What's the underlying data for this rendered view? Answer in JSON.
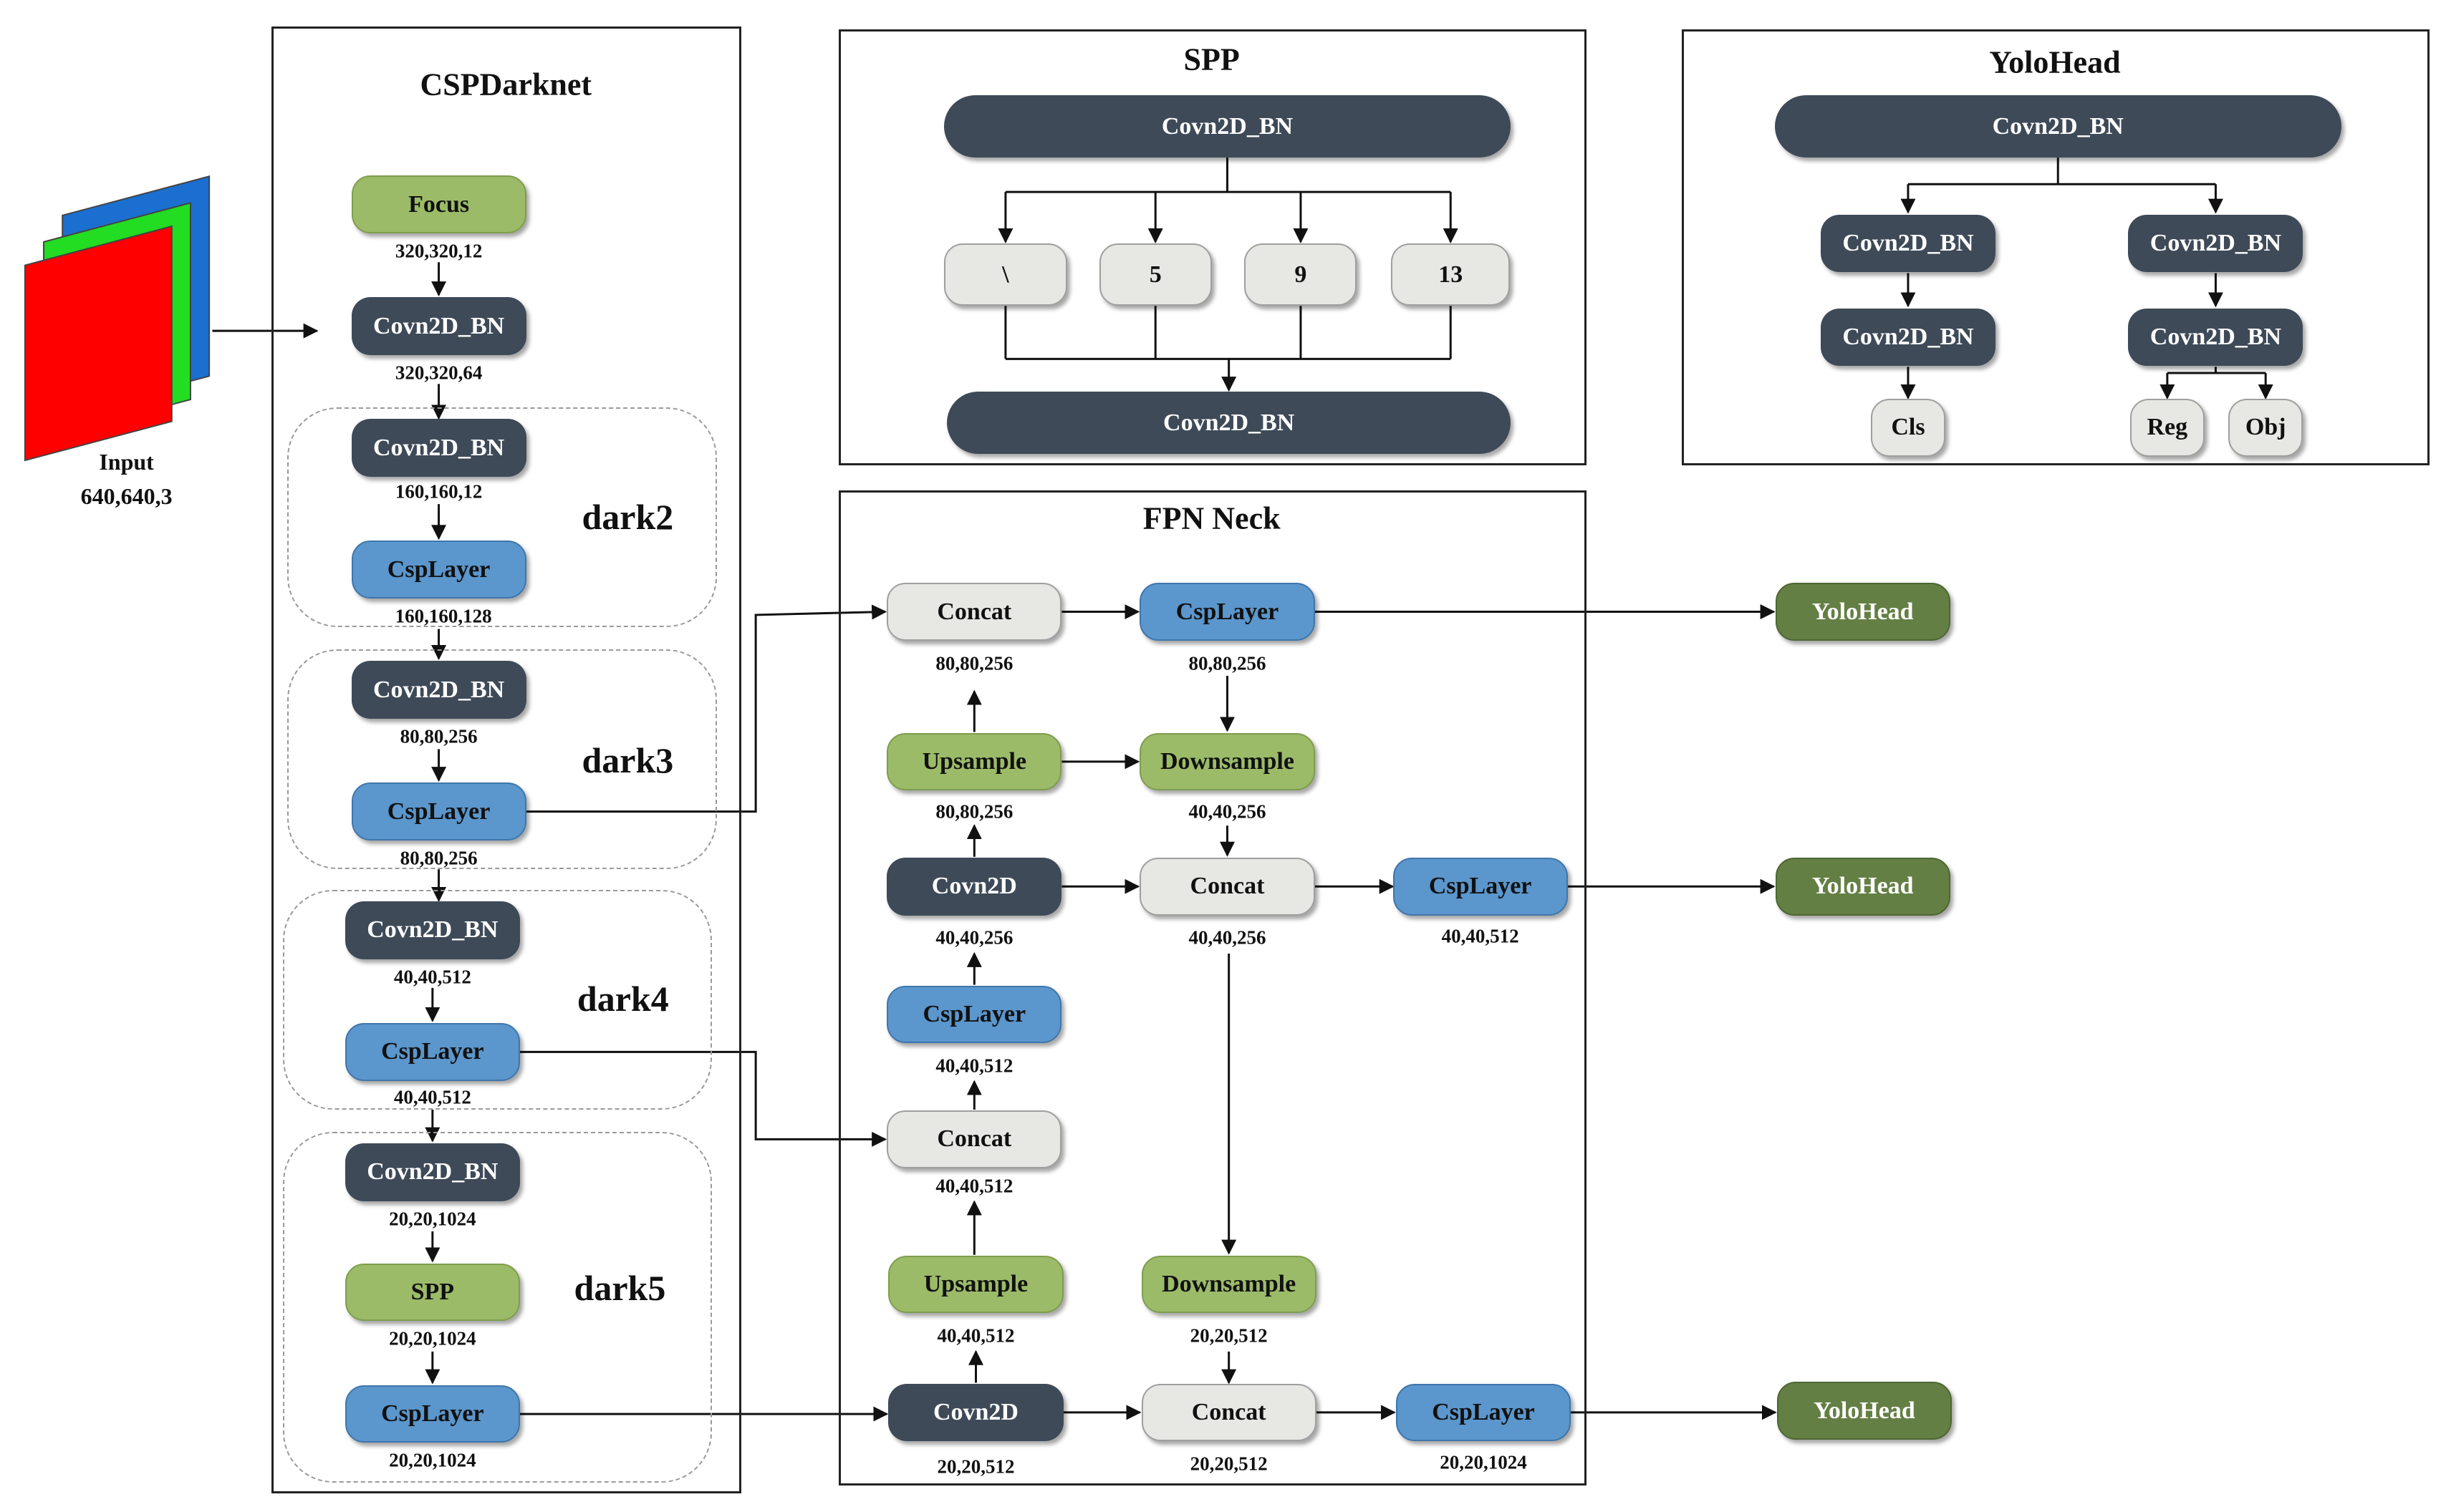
{
  "input": {
    "label": "Input",
    "shape": "640,640,3"
  },
  "panels": {
    "cspdarknet": "CSPDarknet",
    "spp": "SPP",
    "yolohead": "YoloHead",
    "fpn": "FPN Neck"
  },
  "stages": {
    "dark2": "dark2",
    "dark3": "dark3",
    "dark4": "dark4",
    "dark5": "dark5"
  },
  "labels": {
    "focus": "Focus",
    "conv_bn": "Covn2D_BN",
    "csp": "CspLayer",
    "spp": "SPP",
    "conv": "Covn2D",
    "concat": "Concat",
    "upsample": "Upsample",
    "downsample": "Downsample",
    "yolohead": "YoloHead",
    "pool_1": "\\",
    "pool_5": "5",
    "pool_9": "9",
    "pool_13": "13",
    "cls": "Cls",
    "reg": "Reg",
    "obj": "Obj"
  },
  "dims": {
    "focus": "320,320,12",
    "stem": "320,320,64",
    "d2_conv": "160,160,12",
    "d2_csp": "160,160,128",
    "d3_conv": "80,80,256",
    "d3_csp": "80,80,256",
    "d4_conv": "40,40,512",
    "d4_csp": "40,40,512",
    "d5_conv": "20,20,1024",
    "d5_spp": "20,20,1024",
    "d5_csp": "20,20,1024",
    "f_concat1": "80,80,256",
    "f_csp1": "80,80,256",
    "f_up1": "80,80,256",
    "f_down1": "40,40,256",
    "f_conv1": "40,40,256",
    "f_concat2": "40,40,256",
    "f_csp2": "40,40,512",
    "f_csp_mid": "40,40,512",
    "f_concat_mid": "40,40,512",
    "f_up2": "40,40,512",
    "f_down2": "20,20,512",
    "f_conv2": "20,20,512",
    "f_concat3": "20,20,512",
    "f_csp3": "20,20,1024"
  },
  "colors": {
    "dark_node": "#3e4a58",
    "csp_node": "#5b96cc",
    "light_green_node": "#9cbb69",
    "yolohead_node": "#647f44",
    "gray_node": "#e7e7e3",
    "input_red": "#ff0000",
    "input_green": "#22dd22",
    "input_blue": "#1a6fd0"
  }
}
